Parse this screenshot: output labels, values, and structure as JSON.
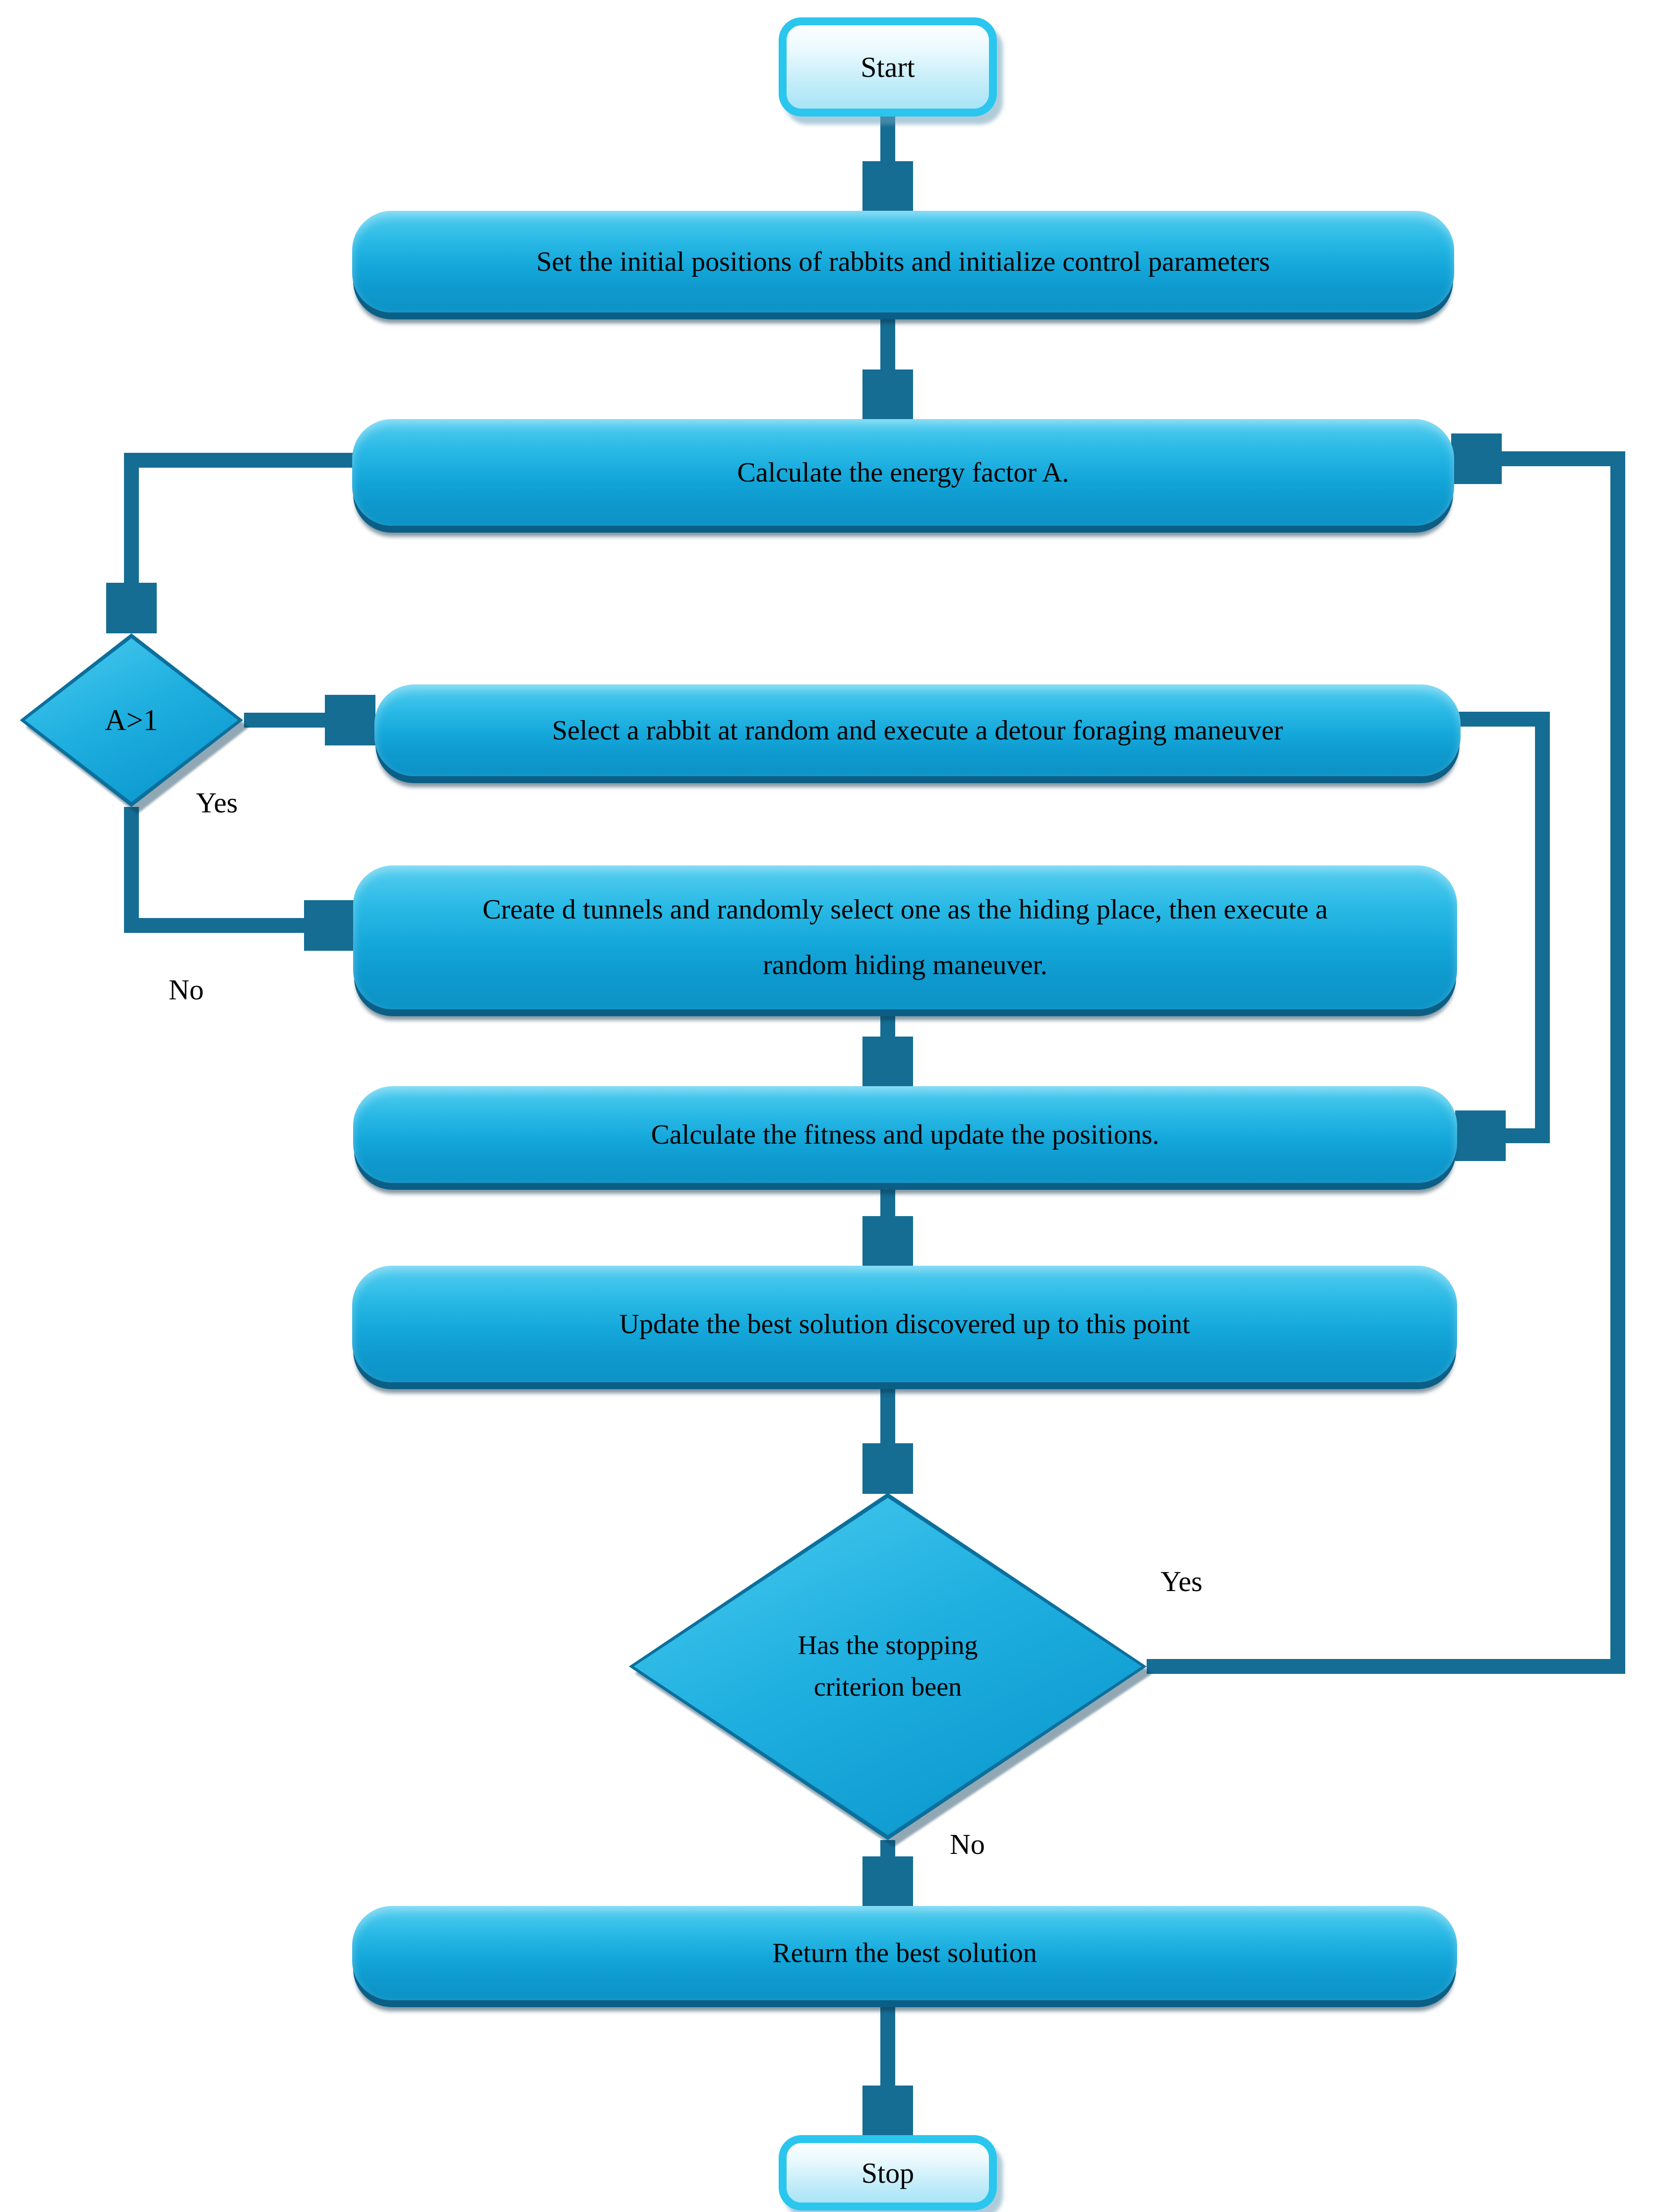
{
  "diagram": {
    "type": "flowchart",
    "nodes": {
      "start": {
        "label": "Start",
        "shape": "terminator"
      },
      "init_positions": {
        "label": "Set the initial positions of rabbits and initialize control parameters",
        "shape": "process"
      },
      "energy_factor": {
        "label": "Calculate the energy factor A.",
        "shape": "process"
      },
      "decision_a": {
        "label": "A>1",
        "shape": "decision"
      },
      "detour_foraging": {
        "label": "Select a rabbit at random and execute a detour foraging maneuver",
        "shape": "process"
      },
      "random_hiding": {
        "label": "Create d tunnels and randomly select one as the hiding place, then execute a random hiding maneuver.",
        "shape": "process"
      },
      "fitness_update": {
        "label": "Calculate the fitness and update the positions.",
        "shape": "process"
      },
      "best_solution_update": {
        "label": "Update the best solution discovered up to this point",
        "shape": "process"
      },
      "stopping_criterion": {
        "label": "Has the stopping criterion been",
        "shape": "decision"
      },
      "return_best": {
        "label": "Return the best solution",
        "shape": "process"
      },
      "stop": {
        "label": "Stop",
        "shape": "terminator"
      }
    },
    "edge_labels": {
      "decision_a_yes": "Yes",
      "decision_a_no": "No",
      "stopping_yes": "Yes",
      "stopping_no": "No"
    },
    "colors": {
      "process_fill_top": "#55cef0",
      "process_fill_bottom": "#0d93c6",
      "process_shadow": "#0b5f86",
      "terminator_border": "#2ac6ee",
      "terminator_fill_top": "#fdffff",
      "terminator_fill_bottom": "#a9e4f6",
      "diamond_edge": "#0b6f9c",
      "arrow": "#156d93",
      "text": "#000000"
    }
  }
}
